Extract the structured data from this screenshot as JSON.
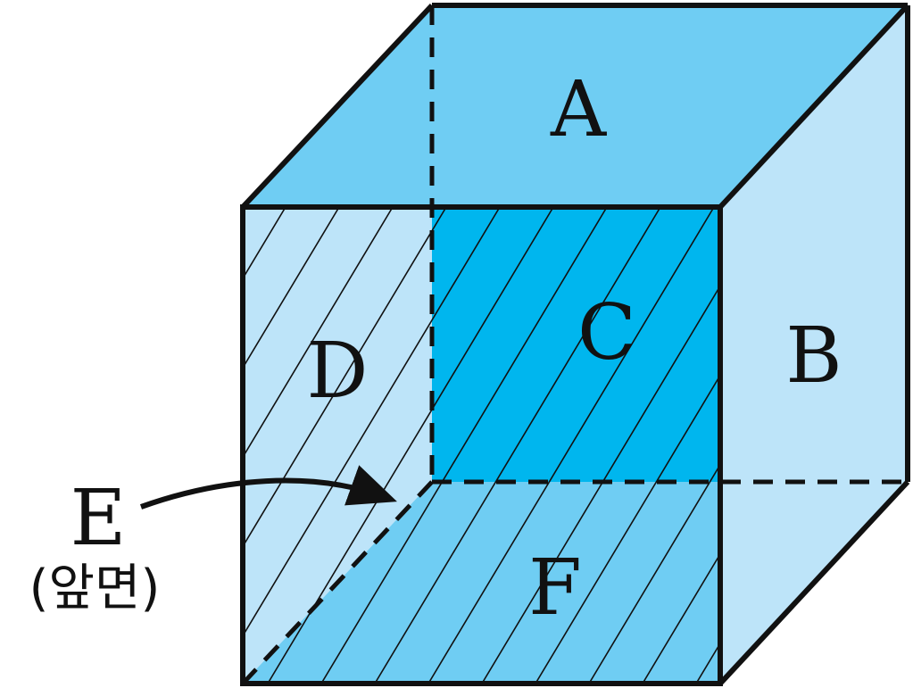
{
  "faces": {
    "top": "A",
    "right": "B",
    "back": "C",
    "left": "D",
    "front": "E",
    "bottom": "F"
  },
  "front_annotation": "(앞면)",
  "colors": {
    "light_blue": "#BDE4F9",
    "medium_blue": "#6FCDF3",
    "deep_blue": "#00B6EE",
    "edge": "#111111",
    "background": "#FFFFFF"
  }
}
